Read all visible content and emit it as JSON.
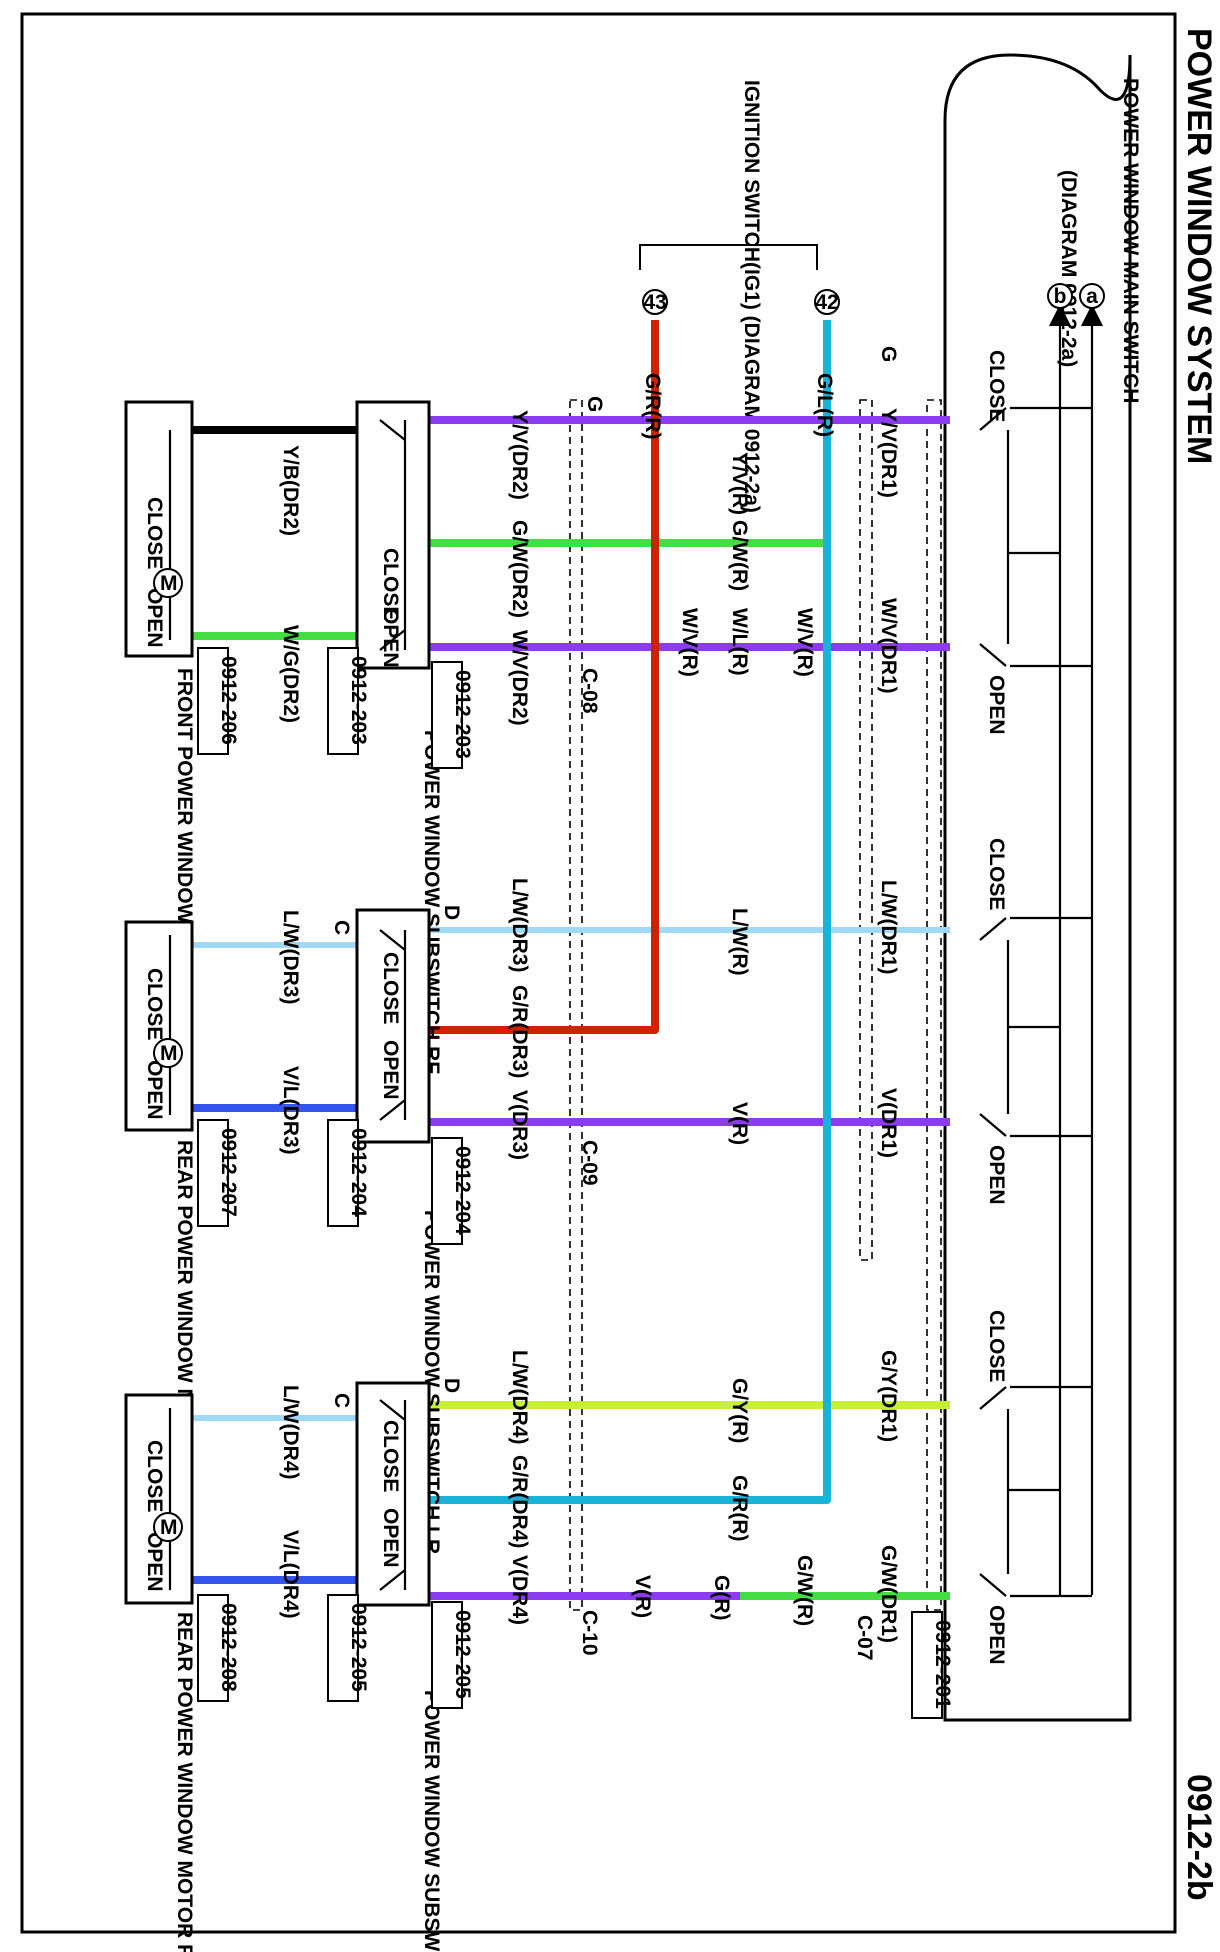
{
  "page": {
    "title": "POWER WINDOW SYSTEM",
    "code": "0912-2b"
  },
  "main_switch": {
    "label": "POWER WINDOW MAIN SWITCH",
    "ref": "(DIAGRAM 0912-2a)",
    "terminals": [
      "a",
      "b"
    ],
    "connector": "0912-201"
  },
  "ignition": {
    "label": "IGNITION SWITCH(IG1) (DIAGRAM 0912-2a)",
    "terminals": [
      "42",
      "43"
    ]
  },
  "switch_states": {
    "close": "CLOSE",
    "open": "OPEN"
  },
  "joints": {
    "c08": "C-08",
    "c09": "C-09",
    "c10": "C-10",
    "c07": "C-07"
  },
  "feed_wires": {
    "gl": "G/L(R)",
    "gr": "G/R(R)"
  },
  "sections": [
    {
      "subswitch_name": "POWER WINDOW SUBSWITCH RF",
      "motor_name": "FRONT POWER WINDOW MOTOR RH",
      "subswitch_connector": "0912-203",
      "subswitch_connector_b": "0912-203",
      "motor_connector": "0912-206",
      "wires": {
        "close_dr1": "Y/V(DR1)",
        "close_r": "Y/V(R)",
        "close_dr2": "Y/V(DR2)",
        "g_dr1": "G",
        "g_mid": "G",
        "mid_r": "G/W(R)",
        "mid_dr2": "G/W(DR2)",
        "open_dr1": "W/V(DR1)",
        "open_r1": "W/V(R)",
        "open_r2": "W/L(R)",
        "open_r3": "W/V(R)",
        "open_dr2": "W/V(DR2)",
        "motor_close": "Y/B(DR2)",
        "motor_open": "W/G(DR2)"
      }
    },
    {
      "subswitch_name": "POWER WINDOW SUBSWITCH LR",
      "motor_name": "REAR POWER WINDOW MOTOR LH",
      "subswitch_connector": "0912-204",
      "subswitch_connector_b": "0912-204",
      "motor_connector": "0912-207",
      "wires": {
        "close_dr1": "L/W(DR1)",
        "close_r": "L/W(R)",
        "close_dr3": "L/W(DR3)",
        "mid_dr3": "G/R(DR3)",
        "open_dr1": "V(DR1)",
        "open_r": "V(R)",
        "open_dr3": "V(DR3)",
        "motor_close": "L/W(DR3)",
        "motor_open": "V/L(DR3)",
        "pin_d": "D",
        "pin_c": "C"
      }
    },
    {
      "subswitch_name": "POWER WINDOW SUBSWITCH RR",
      "motor_name": "REAR POWER WINDOW MOTOR RH",
      "subswitch_connector": "0912-205",
      "subswitch_connector_b": "0912-205",
      "motor_connector": "0912-208",
      "wires": {
        "close_dr1": "G/Y(DR1)",
        "close_r": "G/Y(R)",
        "close_dr4": "L/W(DR4)",
        "mid_r": "G/R(R)",
        "mid_dr4": "G/R(DR4)",
        "open_dr1": "G/W(DR1)",
        "open_gw": "G/W(R)",
        "open_g": "G(R)",
        "open_v": "V(R)",
        "open_dr4": "V(DR4)",
        "motor_close": "L/W(DR4)",
        "motor_open": "V/L(DR4)",
        "pin_d": "D",
        "pin_c": "C"
      }
    }
  ],
  "colors": {
    "violet": "#8c3cf0",
    "green": "#44dd44",
    "cyan": "#1ab3d8",
    "red": "#cc2200",
    "lightblue": "#9fd9f5",
    "blue": "#3355ee",
    "yellowgreen": "#c8f032",
    "black": "#000000"
  }
}
